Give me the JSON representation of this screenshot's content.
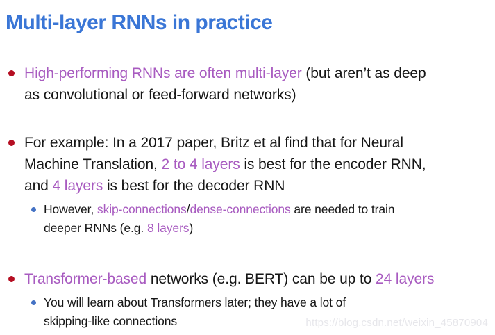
{
  "slide": {
    "title": "Multi-layer RNNs in practice",
    "watermark": "https://blog.csdn.net/weixin_45870904"
  },
  "colors": {
    "title_blue": "#3A76D6",
    "highlight_purple": "#A85BC0",
    "bullet_red": "#B50E22",
    "sub_bullet_blue": "#4472C4",
    "body_text": "#161616",
    "watermark_gray": "#E7E7EB",
    "background": "#FFFFFF"
  },
  "content": {
    "b1": {
      "l1s1": "High-performing RNNs are often multi-layer ",
      "l1s2": "(but aren’t as deep",
      "l2s1": "as convolutional or feed-forward networks)"
    },
    "b2": {
      "l1s1": "For example: In a 2017 paper, Britz et al find that for Neural",
      "l2s1": "Machine Translation, ",
      "l2s2": "2 to 4 layers",
      "l2s3": " is best for the encoder RNN,",
      "l3s1": "and ",
      "l3s2": "4 layers",
      "l3s3": " is best for the decoder RNN"
    },
    "sb1": {
      "l1s1": "However, ",
      "l1s2": "skip-connections",
      "l1s3": "/",
      "l1s4": "dense-connections",
      "l1s5": " are needed to train",
      "l2s1": "deeper RNNs (e.g. ",
      "l2s2": "8 layers",
      "l2s3": ")"
    },
    "b3": {
      "l1s1": "Transformer-based ",
      "l1s2": "networks (e.g. BERT) can be up to ",
      "l1s3": "24 layers"
    },
    "sb2": {
      "l1s1": "You will learn about Transformers later; they have a lot of",
      "l2s1": "skipping-like connections"
    }
  }
}
